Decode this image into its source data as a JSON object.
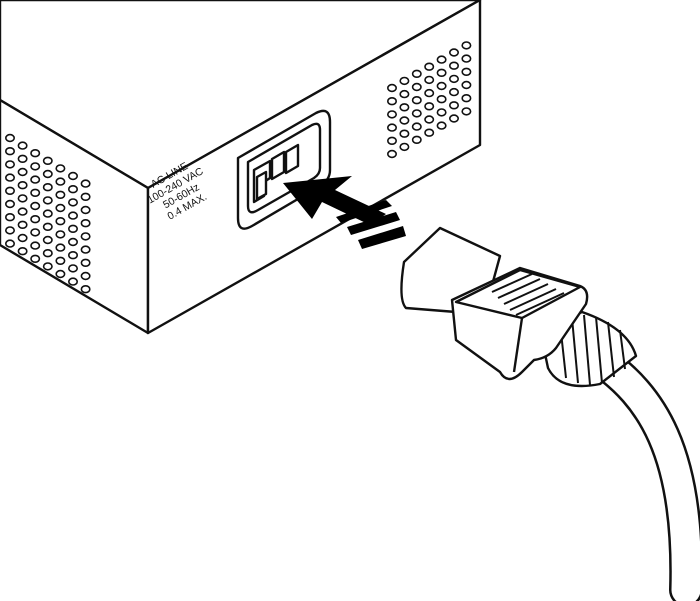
{
  "device": {
    "ac_label_lines": [
      "AC LINE",
      "100-240 VAC",
      "50-60Hz",
      "0.4 MAX."
    ]
  },
  "colors": {
    "stroke": "#111111",
    "fill": "#ffffff",
    "shade": "#e6e6e6",
    "arrow": "#000000"
  },
  "icons": {
    "direction": "insert-arrow-icon",
    "vent": "vent-hole-grid-icon"
  }
}
